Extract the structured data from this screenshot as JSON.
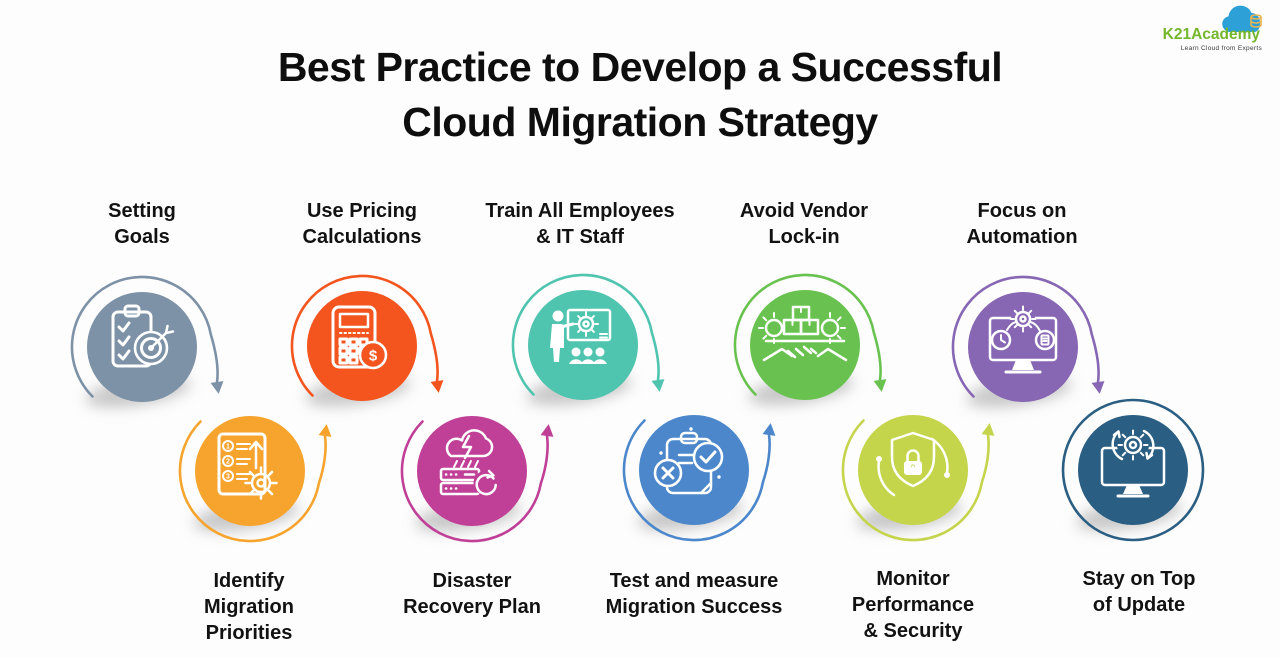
{
  "title": "Best Practice to Develop a Successful\nCloud Migration Strategy",
  "logo": {
    "brand": "K21Academy",
    "tagline": "Learn Cloud from Experts",
    "brand_color": "#74b62c",
    "cloud_color": "#2da0d8"
  },
  "steps": [
    {
      "label": "Setting\nGoals",
      "color": "#7d92a7",
      "icon": "clipboard-target-icon",
      "row": "top",
      "arrow": "down"
    },
    {
      "label": "Identify\nMigration\nPriorities",
      "color": "#f6a42e",
      "icon": "priority-list-icon",
      "row": "bottom",
      "arrow": "up",
      "icon_numbers": [
        "1",
        "2",
        "3"
      ]
    },
    {
      "label": "Use Pricing\nCalculations",
      "color": "#f4541d",
      "icon": "calculator-dollar-icon",
      "row": "top",
      "arrow": "down",
      "icon_text": "$"
    },
    {
      "label": "Disaster\nRecovery Plan",
      "color": "#c04097",
      "icon": "disaster-recovery-icon",
      "row": "bottom",
      "arrow": "up"
    },
    {
      "label": "Train All Employees\n& IT Staff",
      "color": "#4fc4af",
      "icon": "training-presentation-icon",
      "row": "top",
      "arrow": "down"
    },
    {
      "label": "Test and measure\nMigration Success",
      "color": "#4b87ca",
      "icon": "test-checklist-icon",
      "row": "bottom",
      "arrow": "up"
    },
    {
      "label": "Avoid Vendor\nLock-in",
      "color": "#69c24f",
      "icon": "handshake-boxes-icon",
      "row": "top",
      "arrow": "down"
    },
    {
      "label": "Monitor\nPerformance\n& Security",
      "color": "#c4d44b",
      "icon": "shield-lock-icon",
      "row": "bottom",
      "arrow": "up"
    },
    {
      "label": "Focus on\nAutomation",
      "color": "#8767b4",
      "icon": "automation-monitor-icon",
      "row": "top",
      "arrow": "down"
    },
    {
      "label": "Stay on Top\nof Update",
      "color": "#2a5e82",
      "icon": "update-monitor-icon",
      "row": "bottom",
      "arrow": "none"
    }
  ]
}
